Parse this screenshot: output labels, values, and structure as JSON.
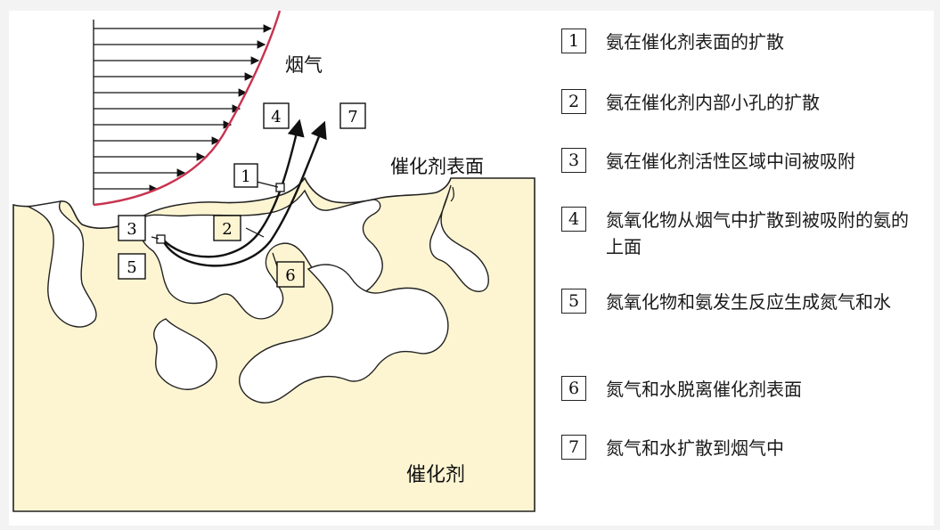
{
  "diagram": {
    "flue_gas_label": "烟气",
    "surface_label": "催化剂表面",
    "catalyst_label": "催化剂",
    "step_markers": [
      "1",
      "2",
      "3",
      "4",
      "5",
      "6",
      "7"
    ]
  },
  "legend": [
    {
      "num": "1",
      "text": "氨在催化剂表面的扩散"
    },
    {
      "num": "2",
      "text": "氨在催化剂内部小孔的扩散"
    },
    {
      "num": "3",
      "text": "氨在催化剂活性区域中间被吸附"
    },
    {
      "num": "4",
      "text": "氮氧化物从烟气中扩散到被吸附的氨的上面"
    },
    {
      "num": "5",
      "text": "氮氧化物和氨发生反应生成氮气和水"
    },
    {
      "num": "6",
      "text": "氮气和水脱离催化剂表面"
    },
    {
      "num": "7",
      "text": "氮气和水扩散到烟气中"
    }
  ],
  "colors": {
    "catalyst_fill": "#fdf5d2",
    "profile_curve": "#c8334f",
    "outline": "#222222"
  }
}
